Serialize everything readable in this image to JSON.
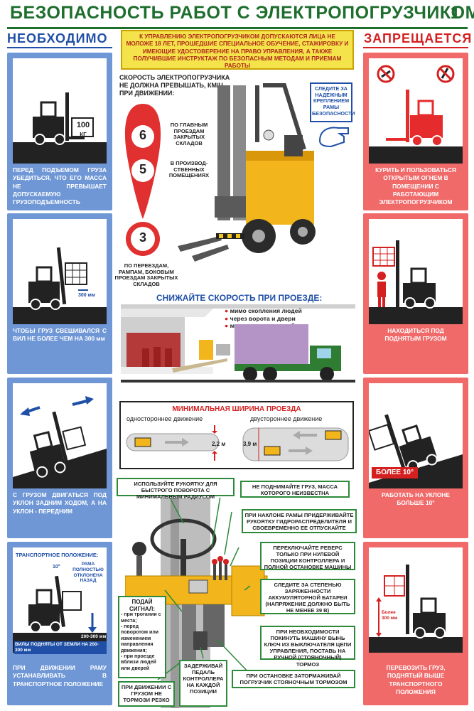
{
  "title": {
    "text": "БЕЗОПАСНОСТЬ РАБОТ С ЭЛЕКТРОПОГРУЗЧИКОМ",
    "number": "1"
  },
  "headers": {
    "left": "НЕОБХОДИМО",
    "right": "ЗАПРЕЩАЕТСЯ"
  },
  "intro": "К УПРАВЛЕНИЮ ЭЛЕКТРОПОГРУЗЧИКОМ ДОПУСКАЮТСЯ ЛИЦА НЕ МОЛОЖЕ 18 ЛЕТ, ПРОШЕДШИЕ СПЕЦИАЛЬНОЕ ОБУЧЕНИЕ, СТАЖИРОВКУ И ИМЕЮЩИЕ УДОСТОВЕРЕНИЕ НА ПРАВО УПРАВЛЕНИЯ, А ТАКЖЕ ПОЛУЧИВШИЕ ИНСТРУКТАЖ ПО БЕЗОПАСНЫМ МЕТОДАМ И ПРИЕМАМ РАБОТЫ",
  "left_cards": [
    {
      "caption": "ПЕРЕД ПОДЪЕМОМ ГРУЗА УБЕДИТЬСЯ, ЧТО ЕГО МАССА НЕ ПРЕВЫШАЕТ ДОПУСКАЕМУЮ ГРУЗОПОДЪЕМНОСТЬ",
      "load_label": "100",
      "load_unit": "КГ"
    },
    {
      "caption": "ЧТОБЫ ГРУЗ СВЕШИВАЛСЯ С ВИЛ НЕ БОЛЕЕ ЧЕМ НА 300 мм",
      "dim_label": "300 мм"
    },
    {
      "caption": "С ГРУЗОМ ДВИГАТЬСЯ ПОД УКЛОН ЗАДНИМ ХОДОМ, А НА УКЛОН - ПЕРЕДНИМ"
    },
    {
      "caption": "ПРИ ДВИЖЕНИИ РАМУ УСТАНАВЛИВАТЬ В ТРАНСПОРТНОЕ ПОЛОЖЕНИЕ",
      "heading": "ТРАНСПОРТНОЕ ПОЛОЖЕНИЕ:",
      "angle": "10°",
      "tilt_note": "РАМА ПОЛНОСТЬЮ ОТКЛОНЕНА НАЗАД",
      "height_range": "200-300 мм",
      "fork_note": "ВИЛЫ ПОДНЯТЫ ОТ ЗЕМЛИ НА 200-300 мм"
    }
  ],
  "right_cards": [
    {
      "caption": "КУРИТЬ И ПОЛЬЗОВАТЬСЯ ОТКРЫТЫМ ОГНЕМ В ПОМЕЩЕНИИ С РАБОТАЮЩИМ ЭЛЕКТРОПОГРУЗЧИКОМ"
    },
    {
      "caption": "НАХОДИТЬСЯ ПОД ПОДНЯТЫМ ГРУЗОМ"
    },
    {
      "caption": "РАБОТАТЬ НА УКЛОНЕ БОЛЬШЕ 10°",
      "slope_label": "БОЛЕЕ 10°"
    },
    {
      "caption": "ПЕРЕВОЗИТЬ ГРУЗ, ПОДНЯТЫЙ ВЫШЕ ТРАНСПОРТНОГО ПОЛОЖЕНИЯ",
      "height_label": "Более 300 мм"
    }
  ],
  "speed": {
    "heading": "СКОРОСТЬ ЭЛЕКТРОПОГРУЗЧИКА НЕ ДОЛЖНА ПРЕВЫШАТЬ, КМ/Ч, ПРИ ДВИЖЕНИИ:",
    "limits": [
      {
        "value": "6",
        "label": "ПО ГЛАВНЫМ ПРОЕЗДАМ ЗАКРЫТЫХ СКЛАДОВ"
      },
      {
        "value": "5",
        "label": "В ПРОИЗВОД-СТВЕННЫХ ПОМЕЩЕНИЯХ"
      },
      {
        "value": "3",
        "label": "ПО ПЕРЕЕЗДАМ, РАМПАМ, БОКОВЫМ ПРОЕЗДАМ ЗАКРЫТЫХ СКЛАДОВ"
      }
    ]
  },
  "frame_note": "СЛЕДИТЕ ЗА НАДЕЖНЫМ КРЕПЛЕНИЕМ РАМЫ БЕЗОПАСНОСТИ",
  "slowdown": {
    "heading": "СНИЖАЙТЕ СКОРОСТЬ ПРИ ПРОЕЗДЕ:",
    "items": [
      "мимо скопления людей",
      "через ворота и двери",
      "мимо ворот и дверей"
    ]
  },
  "width": {
    "heading": "МИНИМАЛЬНАЯ ШИРИНА ПРОЕЗДА",
    "one_way": "одностороннее движение",
    "two_way": "двустороннее движение",
    "one_way_value": "2,2 м",
    "two_way_value": "3,9 м"
  },
  "controls": {
    "steering": "ИСПОЛЬЗУЙТЕ РУКОЯТКУ ДЛЯ БЫСТРОГО ПОВОРОТА С МИНИМАЛЬНЫМ РАДИУСОМ",
    "unknown_mass": "НЕ ПОДНИМАЙТЕ ГРУЗ, МАССА КОТОРОГО НЕИЗВЕСТНА",
    "tilt_handle": "ПРИ НАКЛОНЕ РАМЫ ПРИДЕРЖИВАЙТЕ РУКОЯТКУ ГИДРОРАСПРЕДЕЛИТЕЛЯ И СВОЕВРЕМЕННО ЕЕ ОТПУСКАЙТЕ",
    "reverse": "ПЕРЕКЛЮЧАЙТЕ РЕВЕРС ТОЛЬКО ПРИ НУЛЕВОЙ ПОЗИЦИИ КОНТРОЛЛЕРА И ПОЛНОЙ ОСТАНОВКЕ МАШИНЫ",
    "battery": "СЛЕДИТЕ ЗА СТЕПЕНЬЮ ЗАРЯЖЕННОСТИ АККУМУЛЯТОРНОЙ БАТАРЕИ (НАПРЯЖЕНИЕ ДОЛЖНО БЫТЬ НЕ МЕНЕЕ 39 В)",
    "signal_title": "ПОДАЙ СИГНАЛ:",
    "signal_items": [
      "- при трогании с места;",
      "- перед поворотом или изменением направления движения;",
      "- при проезде вблизи людей или дверей"
    ],
    "leave": "ПРИ НЕОБХОДИМОСТИ ПОКИНУТЬ МАШИНУ ВЫНЬ КЛЮЧ ИЗ ВЫКЛЮЧАТЕЛЯ ЦЕПИ УПРАВЛЕНИЯ, ПОСТАВЬ НА РУЧНОЙ (СТОЯНОЧНЫЙ) ТОРМОЗ",
    "no_brake": "ПРИ ДВИЖЕНИИ С ГРУЗОМ НЕ ТОРМОЗИ РЕЗКО",
    "pedal": "ЗАДЕРЖИВАЙ ПЕДАЛЬ КОНТРОЛЛЕРА НА КАЖДОЙ ПОЗИЦИИ",
    "parking": "ПРИ ОСТАНОВКЕ ЗАТОРМАЖИВАЙ ПОГРУЗЧИК СТОЯНОЧНЫМ ТОРМОЗОМ"
  },
  "colors": {
    "blue_panel": "#6f97d6",
    "red_panel": "#f06a6a",
    "title_green": "#1e6e2e",
    "forklift_yellow": "#f3b51c"
  }
}
